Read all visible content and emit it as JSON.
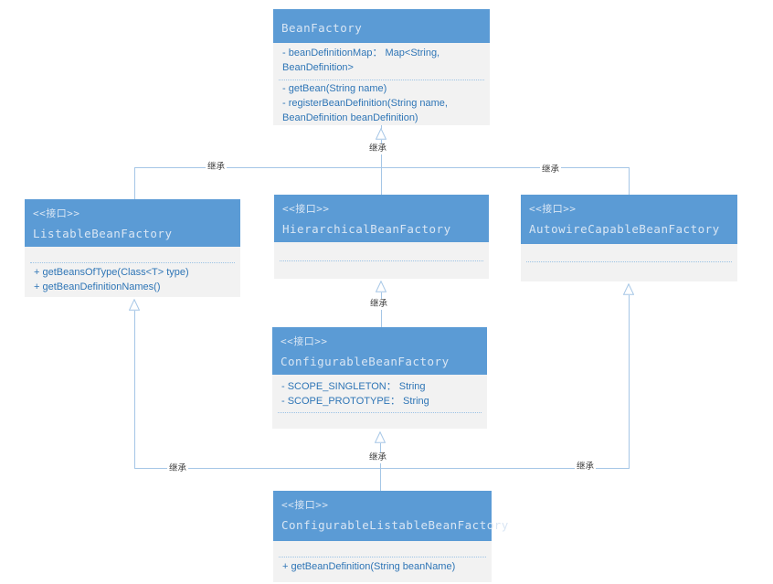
{
  "diagram": {
    "inherit_label": "继承",
    "colors": {
      "header_bg": "#5B9BD5",
      "header_text": "#D9E6F4",
      "body_bg": "#F2F2F2",
      "body_text": "#2E75B6",
      "line": "#A5C6E6",
      "label_text": "#3F3F3F"
    },
    "classes": [
      {
        "id": "bean-factory",
        "stereotype": "",
        "name": "BeanFactory",
        "attributes": [
          "- beanDefinitionMap： Map<String, BeanDefinition>"
        ],
        "methods": [
          "- getBean(String name)",
          "- registerBeanDefinition(String name, BeanDefinition beanDefinition)"
        ]
      },
      {
        "id": "listable-bean-factory",
        "stereotype": "<<接口>>",
        "name": "ListableBeanFactory",
        "attributes": [],
        "methods": [
          "+ getBeansOfType(Class<T> type)",
          "+ getBeanDefinitionNames()"
        ]
      },
      {
        "id": "hierarchical-bean-factory",
        "stereotype": "<<接口>>",
        "name": "HierarchicalBeanFactory",
        "attributes": [],
        "methods": []
      },
      {
        "id": "autowire-capable-bean-factory",
        "stereotype": "<<接口>>",
        "name": "AutowireCapableBeanFactory",
        "attributes": [],
        "methods": []
      },
      {
        "id": "configurable-bean-factory",
        "stereotype": "<<接口>>",
        "name": "ConfigurableBeanFactory",
        "attributes": [
          "- SCOPE_SINGLETON： String",
          "- SCOPE_PROTOTYPE： String"
        ],
        "methods": []
      },
      {
        "id": "configurable-listable-bean-factory",
        "stereotype": "<<接口>>",
        "name": "ConfigurableListableBeanFactory",
        "attributes": [],
        "methods": [
          "+ getBeanDefinition(String beanName)"
        ]
      }
    ]
  }
}
